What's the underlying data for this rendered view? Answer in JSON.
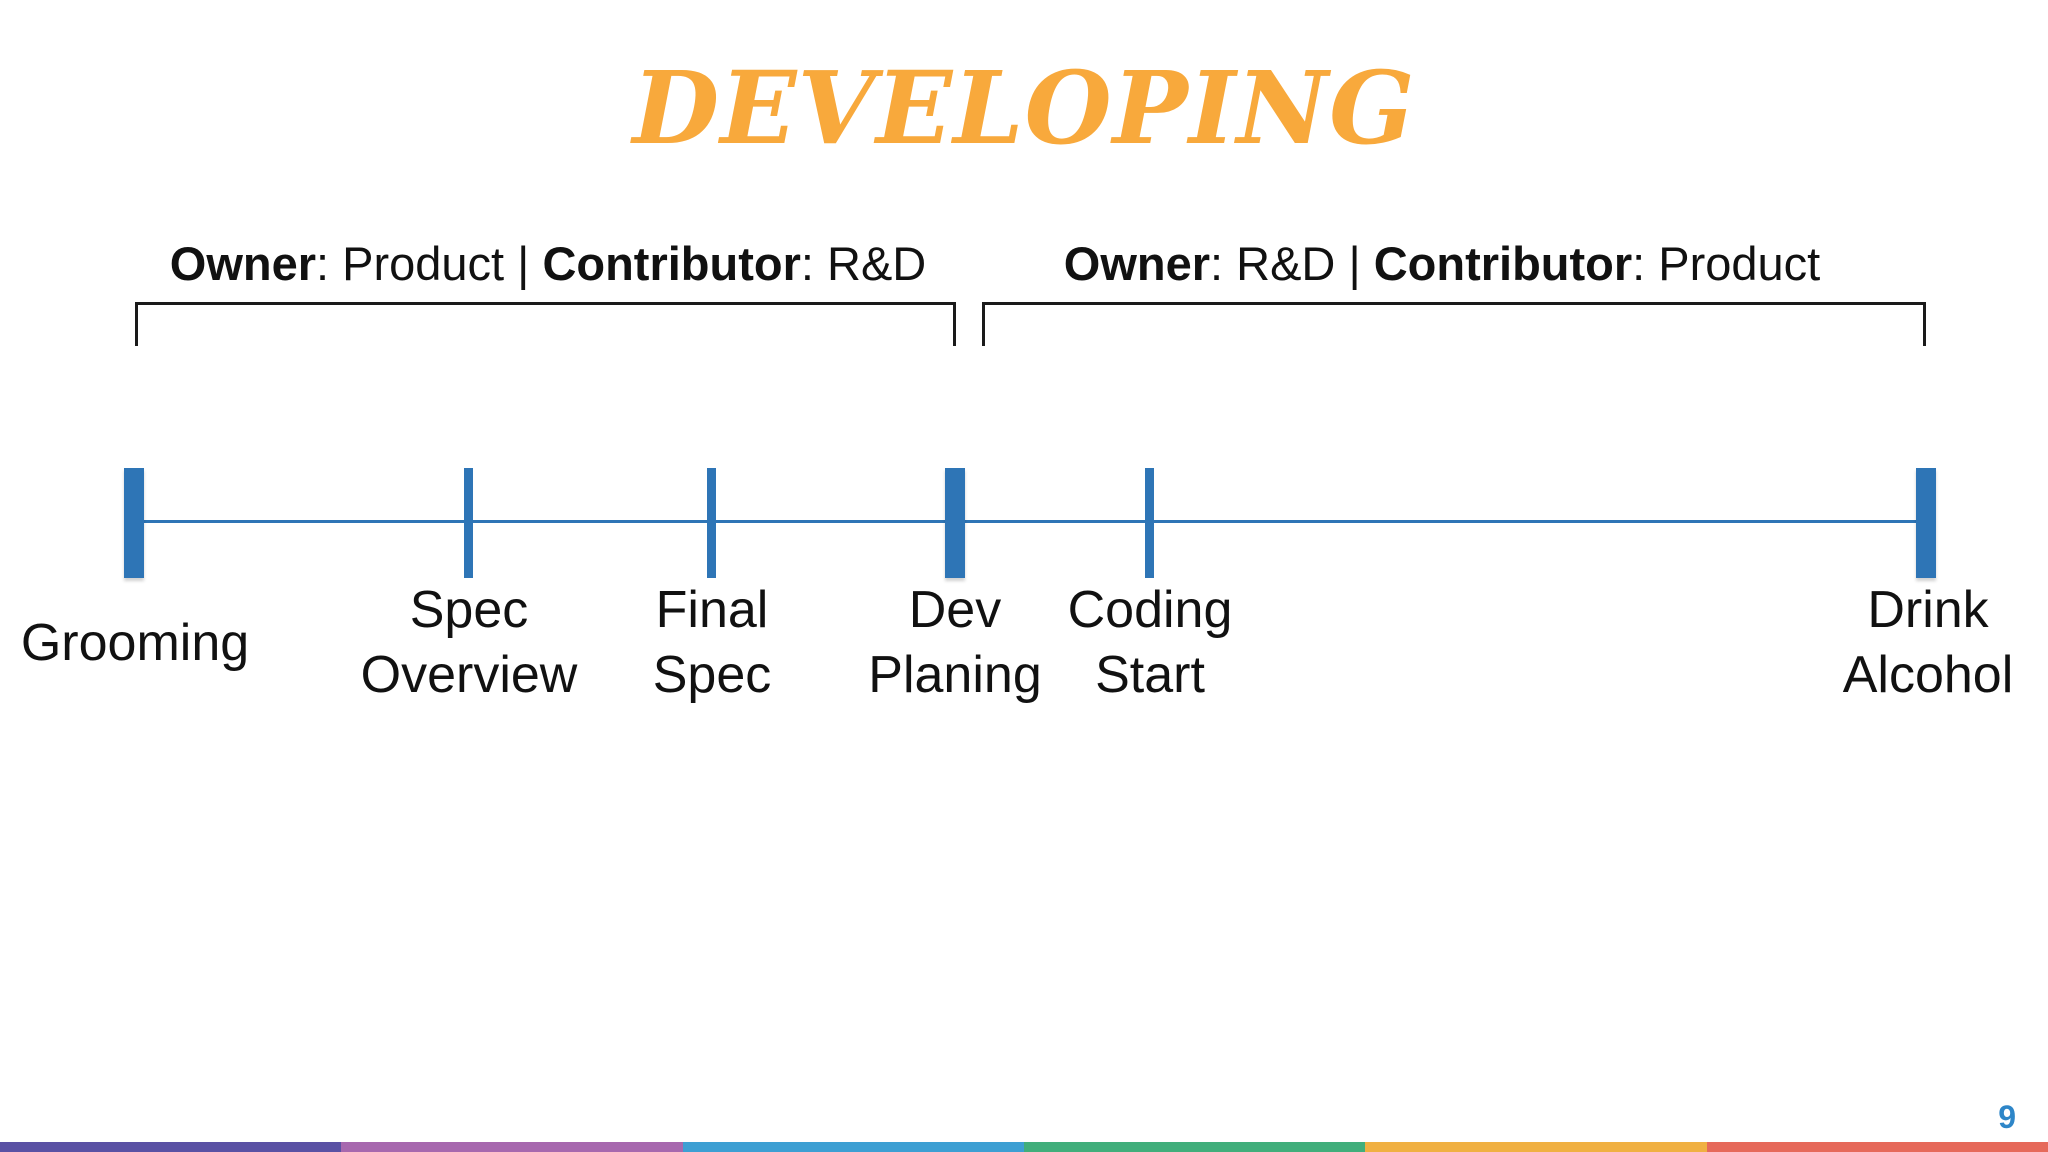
{
  "slide": {
    "title": "DEVELOPING",
    "page_number": "9"
  },
  "annotations": [
    {
      "owner_key": "Owner",
      "owner_val": ": Product",
      "separator": " | ",
      "contrib_key": "Contributor",
      "contrib_val": ": R&D"
    },
    {
      "owner_key": "Owner",
      "owner_val": ": R&D",
      "separator": " | ",
      "contrib_key": "Contributor",
      "contrib_val": ": Product"
    }
  ],
  "timeline": {
    "milestones": [
      {
        "lines": [
          "Grooming"
        ],
        "tick": "major"
      },
      {
        "lines": [
          "Spec",
          "Overview"
        ],
        "tick": "minor"
      },
      {
        "lines": [
          "Final",
          "Spec"
        ],
        "tick": "minor"
      },
      {
        "lines": [
          "Dev",
          "Planing"
        ],
        "tick": "major"
      },
      {
        "lines": [
          "Coding",
          "Start"
        ],
        "tick": "minor"
      },
      {
        "lines": [
          "Drink",
          "Alcohol"
        ],
        "tick": "major"
      }
    ]
  },
  "colors": {
    "title_orange": "#F8A93C",
    "timeline_blue": "#2E75B6",
    "page_number_blue": "#2E86C8",
    "bracket_black": "#1a1a1a",
    "footer_segments": [
      "#5A51A4",
      "#A768AE",
      "#3D9FD3",
      "#41AE7B",
      "#F0B042",
      "#E6695A"
    ]
  }
}
